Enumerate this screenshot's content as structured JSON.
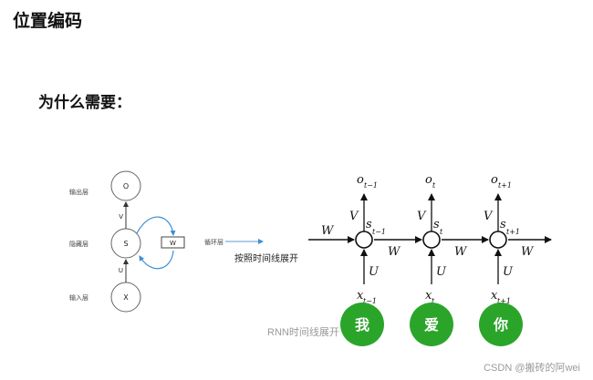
{
  "page": {
    "title": "位置编码",
    "subtitle": "为什么需要：",
    "caption": "RNN时间线展开",
    "watermark": "CSDN @搬砖的阿wei"
  },
  "left_diagram": {
    "layer_labels": {
      "output": "输出层",
      "hidden": "隐藏层",
      "input": "输入层",
      "loop": "循环层"
    },
    "nodes": {
      "output": "O",
      "hidden": "S",
      "input": "X"
    },
    "weights": {
      "v": "V",
      "u": "U",
      "w": "W"
    }
  },
  "transition_label": "按照时间线展开",
  "unrolled": {
    "w_label": "W",
    "u_label": "U",
    "v_label": "V",
    "steps": [
      {
        "o_sub": "t−1",
        "s_sub": "t−1",
        "x_sub": "t−1",
        "word": "我"
      },
      {
        "o_sub": "t",
        "s_sub": "t",
        "x_sub": "t",
        "word": "爱"
      },
      {
        "o_sub": "t+1",
        "s_sub": "t+1",
        "x_sub": "t+1",
        "word": "你"
      }
    ],
    "letters": {
      "o": "o",
      "s": "s",
      "x": "x"
    }
  },
  "colors": {
    "word_bubble": "#2aa52a",
    "loop_arrow": "#3b8fd6",
    "transition_arrow": "#5b9bd5"
  }
}
